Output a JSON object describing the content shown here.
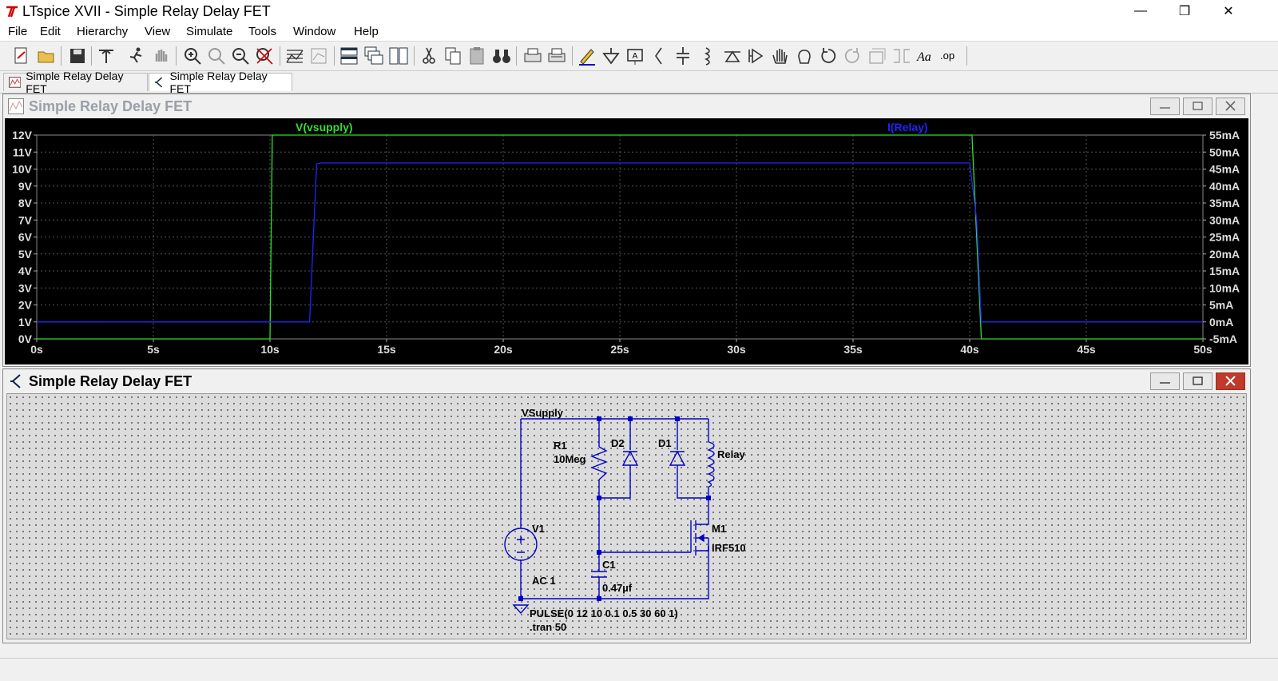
{
  "window": {
    "title": "LTspice XVII - Simple Relay Delay FET",
    "minimize": "—",
    "maximize": "❐",
    "close": "✕"
  },
  "menu": [
    "File",
    "Edit",
    "Hierarchy",
    "View",
    "Simulate",
    "Tools",
    "Window",
    "Help"
  ],
  "tabs": [
    {
      "label": "Simple Relay Delay FET",
      "icon": "waveform-icon"
    },
    {
      "label": "Simple Relay Delay FET",
      "icon": "schematic-icon"
    }
  ],
  "waveform_window": {
    "title": "Simple Relay Delay FET",
    "trace1_label": "V(vsupply)",
    "trace2_label": "I(Relay)"
  },
  "schematic_window": {
    "title": "Simple Relay Delay FET"
  },
  "chart_data": {
    "type": "line",
    "x_ticks": [
      "0s",
      "5s",
      "10s",
      "15s",
      "20s",
      "25s",
      "30s",
      "35s",
      "40s",
      "45s",
      "50s"
    ],
    "y_left_ticks": [
      "12V",
      "11V",
      "10V",
      "9V",
      "8V",
      "7V",
      "6V",
      "5V",
      "4V",
      "3V",
      "2V",
      "1V",
      "0V"
    ],
    "y_right_ticks": [
      "55mA",
      "50mA",
      "45mA",
      "40mA",
      "35mA",
      "30mA",
      "25mA",
      "20mA",
      "15mA",
      "10mA",
      "5mA",
      "0mA",
      "-5mA"
    ],
    "xlim": [
      0,
      50
    ],
    "ylim_left": [
      0,
      12
    ],
    "ylim_right": [
      -5,
      55
    ],
    "grid": true,
    "series": [
      {
        "name": "V(vsupply)",
        "axis": "left",
        "color": "#33dd33",
        "x": [
          0,
          10,
          10.1,
          10.5,
          40.0,
          40.1,
          40.5,
          50
        ],
        "y": [
          0,
          0,
          12,
          12,
          12,
          12,
          0,
          0
        ]
      },
      {
        "name": "I(Relay)",
        "axis": "right",
        "color": "#2222ff",
        "x": [
          0,
          11.7,
          12.0,
          12.2,
          40.0,
          40.3,
          40.5,
          50
        ],
        "y": [
          0,
          0,
          46.5,
          46.8,
          46.8,
          30,
          0,
          0
        ]
      }
    ]
  },
  "schematic": {
    "labels": {
      "vsupply": "VSupply",
      "r1": "R1",
      "r1_val": "10Meg",
      "d2": "D2",
      "d1": "D1",
      "relay": "Relay",
      "v1": "V1",
      "ac": "AC 1",
      "m1": "M1",
      "m1_val": "IRF510",
      "c1": "C1",
      "c1_val": "0.47µf",
      "pulse": "PULSE(0 12 10 0.1 0.5 30 60 1)",
      "tran": ".tran 50"
    }
  },
  "colors": {
    "trace_v": "#33dd33",
    "trace_i": "#2222ff",
    "grid": "#555555",
    "plot_bg": "#000000",
    "wire": "#0000c8"
  }
}
